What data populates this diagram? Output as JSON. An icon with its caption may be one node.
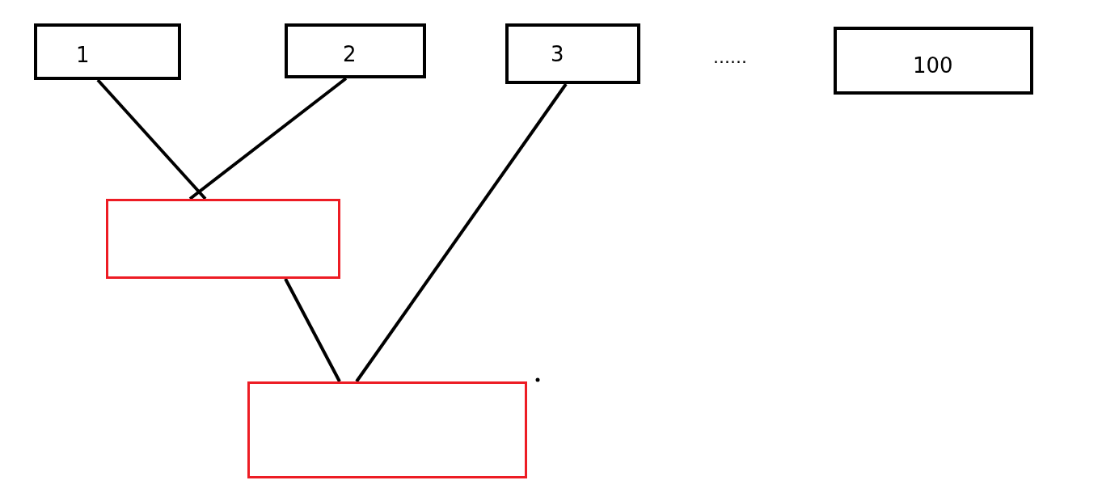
{
  "diagram": {
    "nodes": [
      {
        "text": [
          "1"
        ]
      },
      {
        "text": [
          "2"
        ]
      },
      {
        "text": [
          "3"
        ]
      },
      {
        "text": [
          "100"
        ]
      },
      {
        "text": [],
        "shape": "box"
      },
      {
        "text": [],
        "shape": "box"
      }
    ],
    "edges": [
      {
        "from": 0,
        "to": 4,
        "arrow": "none"
      },
      {
        "from": 1,
        "to": 4,
        "arrow": "none"
      },
      {
        "from": 4,
        "to": 5,
        "arrow": "none"
      },
      {
        "from": 2,
        "to": 5,
        "arrow": "none"
      }
    ],
    "labels": [
      "......"
    ]
  }
}
